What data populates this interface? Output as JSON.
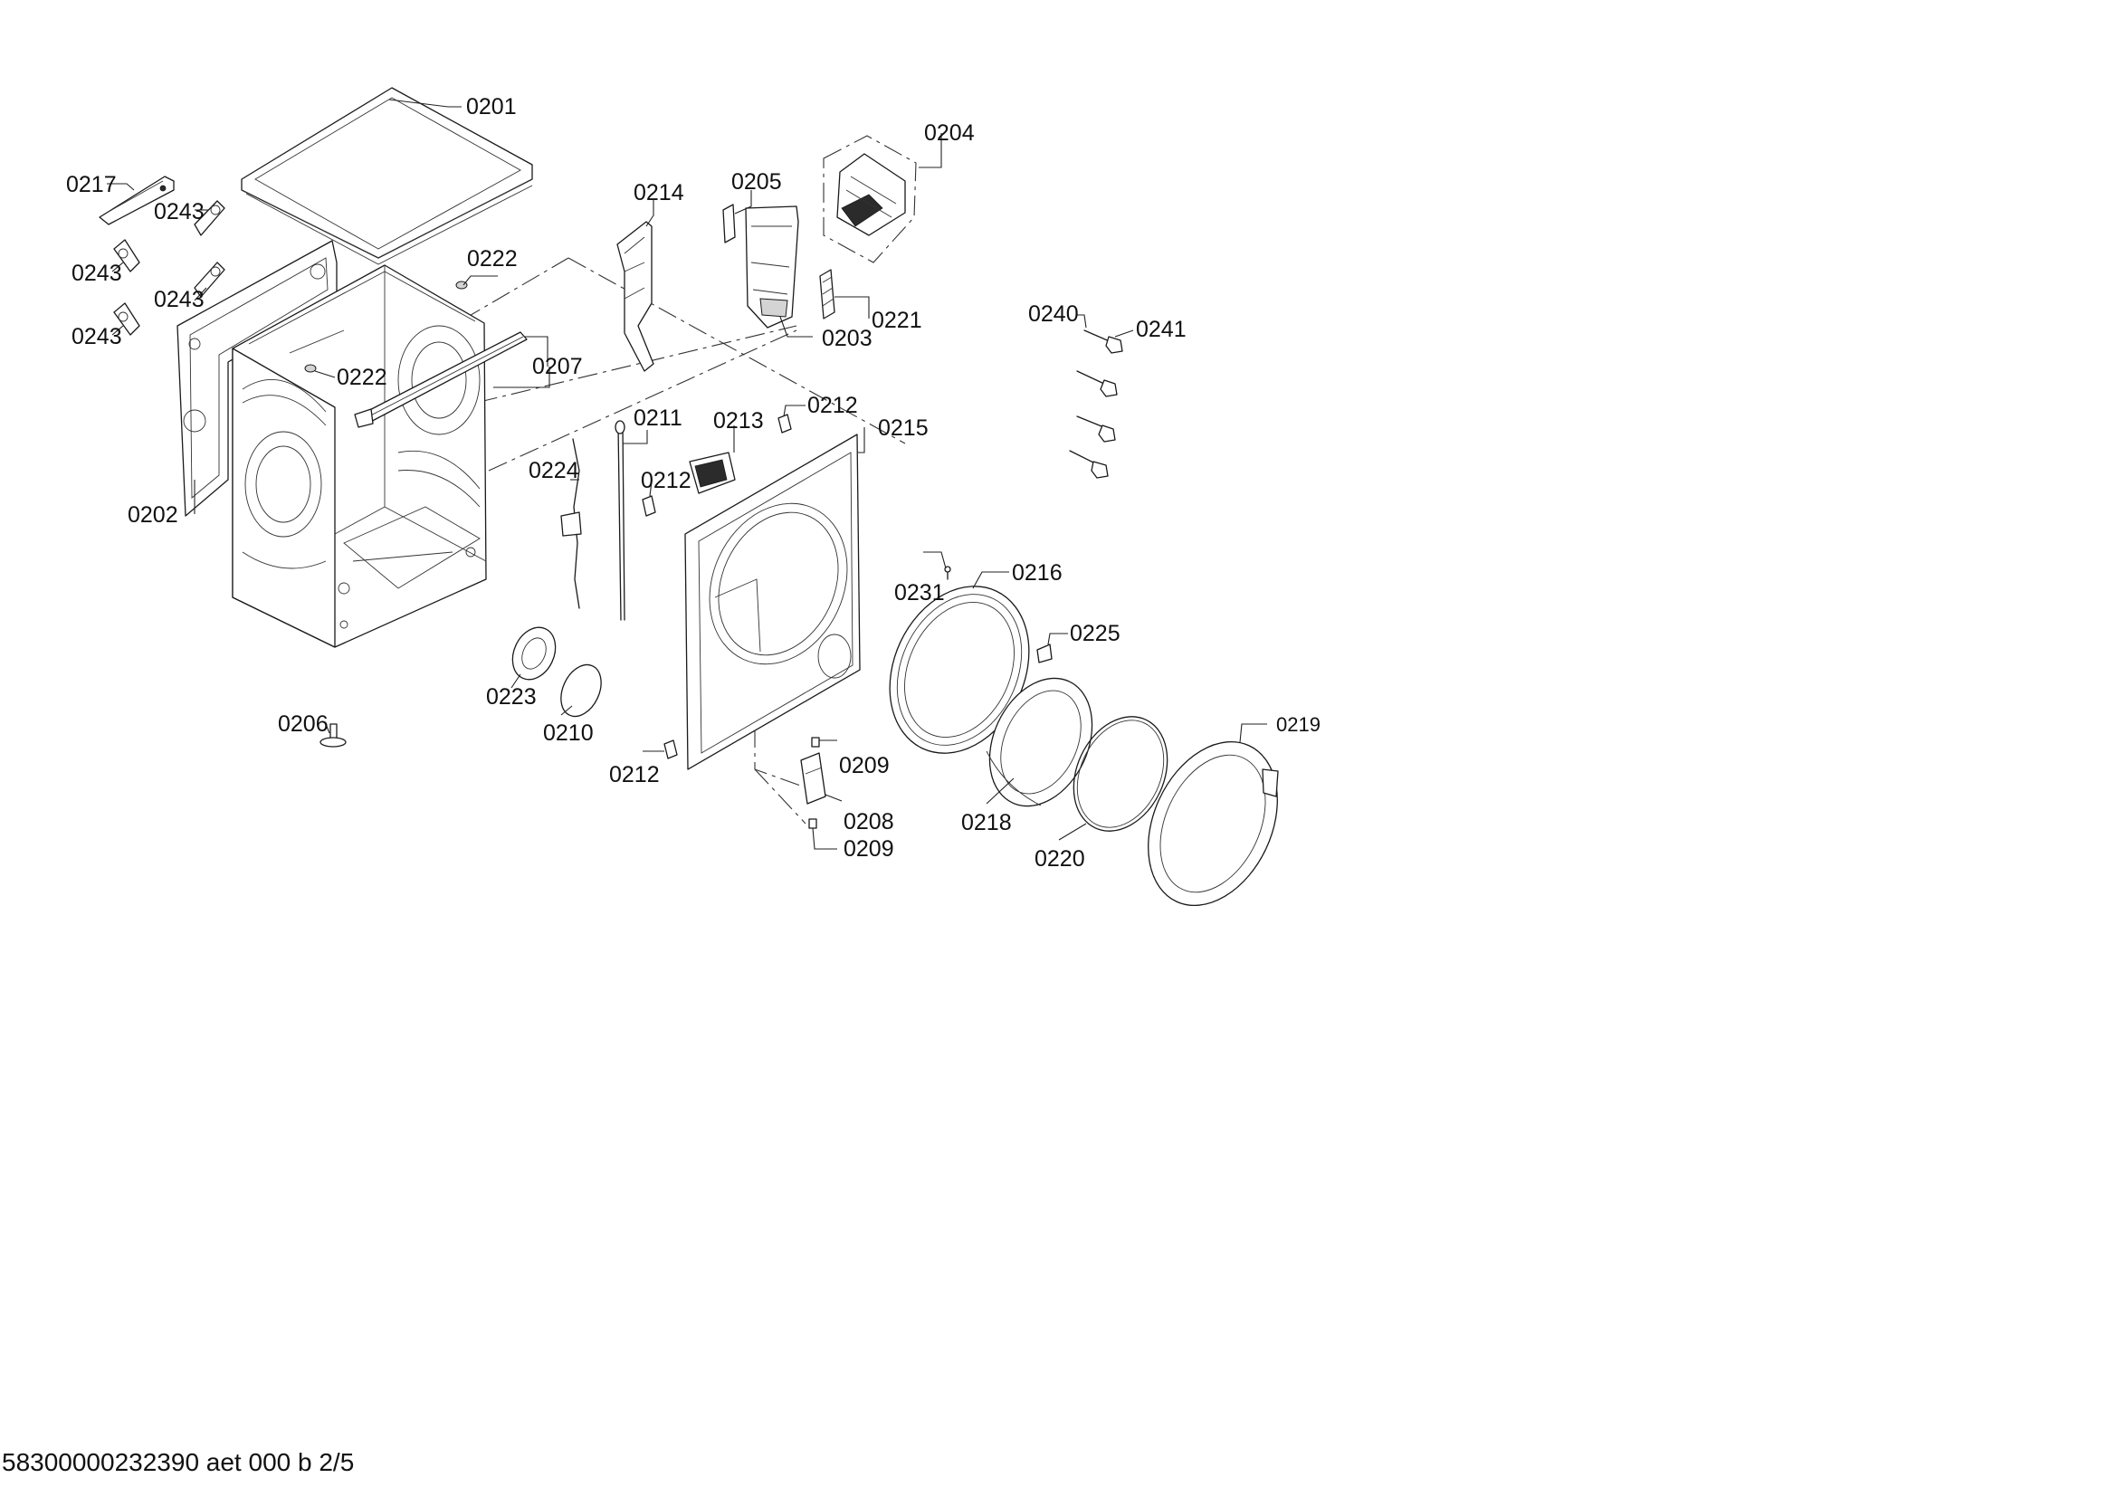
{
  "document_id": "58300000232390 aet 000 b 2/5",
  "labels": {
    "p0201": "0201",
    "p0202": "0202",
    "p0203": "0203",
    "p0204": "0204",
    "p0205": "0205",
    "p0206": "0206",
    "p0207": "0207",
    "p0208": "0208",
    "p0209a": "0209",
    "p0209b": "0209",
    "p0210": "0210",
    "p0211": "0211",
    "p0212a": "0212",
    "p0212b": "0212",
    "p0212c": "0212",
    "p0213": "0213",
    "p0214": "0214",
    "p0215": "0215",
    "p0216": "0216",
    "p0217": "0217",
    "p0218": "0218",
    "p0219": "0219",
    "p0220": "0220",
    "p0221": "0221",
    "p0222a": "0222",
    "p0222b": "0222",
    "p0223": "0223",
    "p0224": "0224",
    "p0225": "0225",
    "p0231": "0231",
    "p0240": "0240",
    "p0241": "0241",
    "p0243a": "0243",
    "p0243b": "0243",
    "p0243c": "0243",
    "p0243d": "0243"
  }
}
